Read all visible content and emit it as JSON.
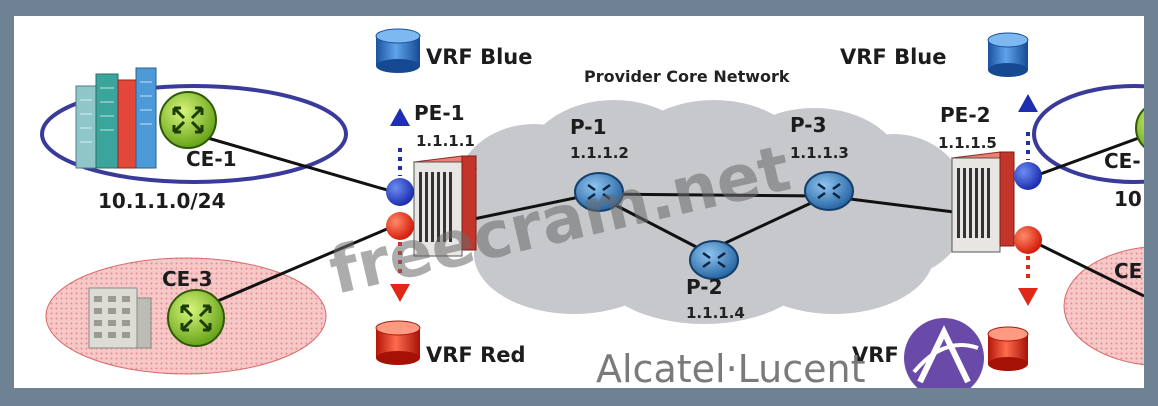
{
  "title": "Provider Core Network",
  "vrf_labels": {
    "blue_left": "VRF Blue",
    "blue_right": "VRF Blue",
    "red_left": "VRF Red",
    "red_right": "VRF Red"
  },
  "nodes": {
    "pe1": {
      "name": "PE-1",
      "ip": "1.1.1.1"
    },
    "p1": {
      "name": "P-1",
      "ip": "1.1.1.2"
    },
    "p2": {
      "name": "P-2",
      "ip": "1.1.1.4"
    },
    "p3": {
      "name": "P-3",
      "ip": "1.1.1.3"
    },
    "pe2": {
      "name": "PE-2",
      "ip": "1.1.1.5"
    },
    "ce1": {
      "name": "CE-1",
      "subnet": "10.1.1.0/24"
    },
    "ce2": {
      "name": "CE-",
      "subnet": "10"
    },
    "ce3": {
      "name": "CE-3"
    },
    "ce4": {
      "name": "CE"
    }
  },
  "watermark": "freecram.net",
  "brand": {
    "name": "Alcatel·Lucent"
  },
  "colors": {
    "vrf_blue": "#2470c4",
    "vrf_red": "#e02818",
    "cloud": "#c6c8cc",
    "router_green": "#9bd234",
    "p_router_blue": "#3f86c8",
    "brand_purple": "#6a4aa8"
  }
}
